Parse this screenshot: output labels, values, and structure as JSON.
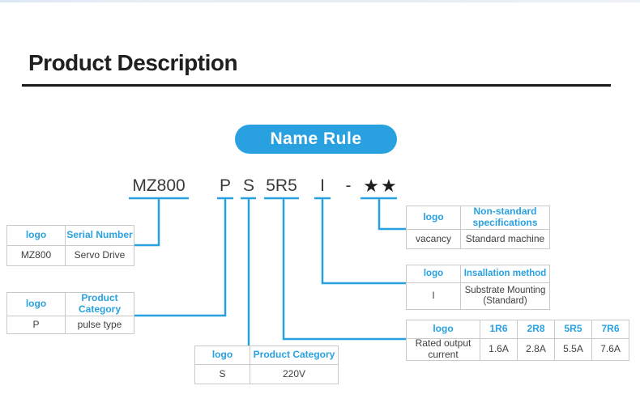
{
  "page": {
    "heading": "Product Description"
  },
  "name_rule": {
    "label": "Name Rule"
  },
  "code": {
    "segments": [
      "MZ800",
      "P",
      "S",
      "5R5",
      "I",
      "-",
      "★★"
    ]
  },
  "tables": {
    "serial": {
      "header": [
        "logo",
        "Serial Number"
      ],
      "row": [
        "MZ800",
        "Servo Drive"
      ]
    },
    "category_p": {
      "header": [
        "logo",
        "Product Category"
      ],
      "row": [
        "P",
        "pulse type"
      ]
    },
    "category_s": {
      "header": [
        "logo",
        "Product Category"
      ],
      "row": [
        "S",
        "220V"
      ]
    },
    "non_standard": {
      "header": [
        "logo",
        "Non-standard specifications"
      ],
      "row": [
        "vacancy",
        "Standard machine"
      ]
    },
    "installation": {
      "header": [
        "logo",
        "Insallation method"
      ],
      "row": [
        "I",
        "Substrate Mounting (Standard)"
      ]
    },
    "rated_current": {
      "header": [
        "logo",
        "1R6",
        "2R8",
        "5R5",
        "7R6"
      ],
      "row": [
        "Rated output current",
        "1.6A",
        "2.8A",
        "5.5A",
        "7.6A"
      ]
    }
  },
  "colors": {
    "accent_blue": "#29A1E0",
    "border_gray": "#c9c9c9",
    "text_dark": "#404040",
    "heading_black": "#1f1f1f"
  }
}
